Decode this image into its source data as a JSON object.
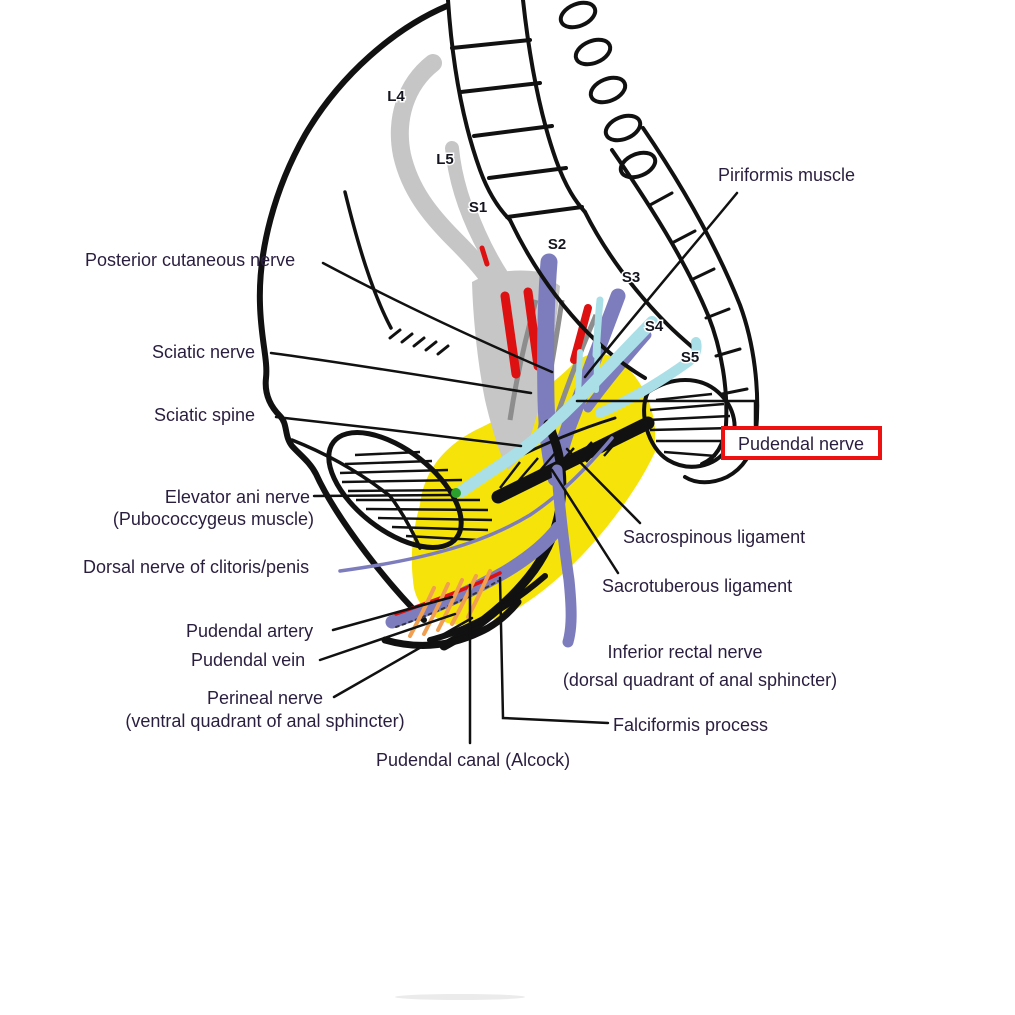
{
  "diagram": {
    "labels": {
      "piriformis_muscle": "Piriformis muscle",
      "posterior_cutaneous_nerve": "Posterior cutaneous nerve",
      "sciatic_nerve": "Sciatic nerve",
      "sciatic_spine": "Sciatic spine",
      "elevator_ani_nerve_line1": "Elevator ani nerve",
      "elevator_ani_nerve_line2": "(Pubococcygeus muscle)",
      "dorsal_nerve_clitoris_penis": "Dorsal nerve of clitoris/penis",
      "pudendal_artery": "Pudendal artery",
      "pudendal_vein": "Pudendal vein",
      "perineal_nerve_line1": "Perineal nerve",
      "perineal_nerve_line2": "(ventral quadrant of anal sphincter)",
      "pudendal_canal": "Pudendal canal (Alcock)",
      "sacrospinous_ligament": "Sacrospinous ligament",
      "sacrotuberous_ligament": "Sacrotuberous ligament",
      "inferior_rectal_nerve_line1": "Inferior rectal nerve",
      "inferior_rectal_nerve_line2": "(dorsal quadrant of anal sphincter)",
      "falciformis_process": "Falciformis process"
    },
    "highlight": {
      "label": "Pudendal nerve"
    },
    "spine_levels": [
      {
        "label": "L4"
      },
      {
        "label": "L5"
      },
      {
        "label": "S1"
      },
      {
        "label": "S2"
      },
      {
        "label": "S3"
      },
      {
        "label": "S4"
      },
      {
        "label": "S5"
      }
    ],
    "colors": {
      "highlight_box": "#ee1111",
      "nerve_purple": "#7d7dbe",
      "nerve_cyan": "#aadfe8",
      "nerve_tip_green": "#2ca02c",
      "muscle_red": "#dd1111",
      "artery_red": "#dd1111",
      "ligament_yellow": "#f5e30a",
      "nerve_trunk_gray": "#c6c6c6",
      "nerve_trunk_gray_dark": "#8d8d8d",
      "vessel_orange": "#f0a050",
      "label_text": "#2a1e3f",
      "line_black": "#111111"
    }
  }
}
